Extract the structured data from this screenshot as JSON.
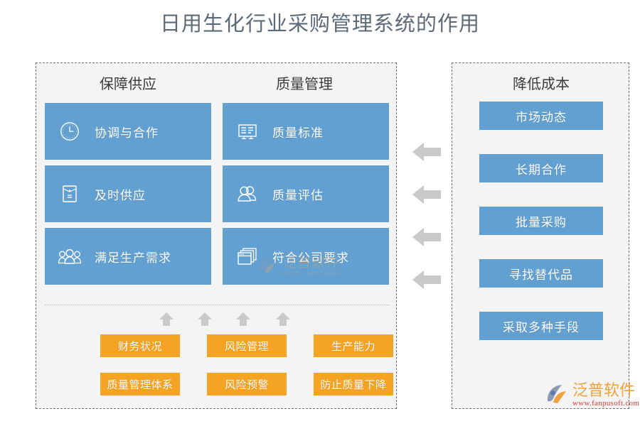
{
  "page": {
    "title": "日用生化行业采购管理系统的作用",
    "background": "#ffffff"
  },
  "colors": {
    "title_text": "#5d6a79",
    "panel_bg": "#f4f4f4",
    "panel_border": "#6f6f6f",
    "card_blue": "#62a0d2",
    "chip_yellow": "#f4a324",
    "arrow_gray": "#c9c9c9",
    "brand_orange": "#f0a23c",
    "brand_url_red": "#d8403a"
  },
  "left_panel": {
    "name": "capability-panel",
    "columns": [
      {
        "header": "保障供应"
      },
      {
        "header": "质量管理"
      }
    ],
    "cards": [
      {
        "label": "协调与合作",
        "icon": "clock-icon",
        "row": 0,
        "col": 0
      },
      {
        "label": "质量标准",
        "icon": "standards-board-icon",
        "row": 0,
        "col": 1
      },
      {
        "label": "及时供应",
        "icon": "envelope-icon",
        "row": 1,
        "col": 0
      },
      {
        "label": "质量评估",
        "icon": "two-people-icon",
        "row": 1,
        "col": 1
      },
      {
        "label": "满足生产需求",
        "icon": "group-people-icon",
        "row": 2,
        "col": 0
      },
      {
        "label": "符合公司要求",
        "icon": "stacked-windows-icon",
        "row": 2,
        "col": 1
      }
    ],
    "up_arrow_count": 4,
    "chips": [
      {
        "label": "财务状况",
        "row": 0,
        "col": 0
      },
      {
        "label": "风险管理",
        "row": 0,
        "col": 1
      },
      {
        "label": "生产能力",
        "row": 0,
        "col": 2
      },
      {
        "label": "质量管理体系",
        "row": 1,
        "col": 0
      },
      {
        "label": "风险预警",
        "row": 1,
        "col": 1
      },
      {
        "label": "防止质量下降",
        "row": 1,
        "col": 2
      }
    ]
  },
  "right_panel": {
    "name": "cost-reduction-panel",
    "header": "降低成本",
    "items": [
      {
        "label": "市场动态"
      },
      {
        "label": "长期合作"
      },
      {
        "label": "批量采购"
      },
      {
        "label": "寻找替代品"
      },
      {
        "label": "采取多种手段"
      }
    ]
  },
  "connectors": {
    "left_arrow_count": 4,
    "direction": "right-to-left"
  },
  "watermark": {
    "name_cn": "泛普软件",
    "name_en": "FANPU SOFTWARE"
  },
  "brand": {
    "name_cn": "泛普软件",
    "url": "www.fanpusoft.com"
  }
}
